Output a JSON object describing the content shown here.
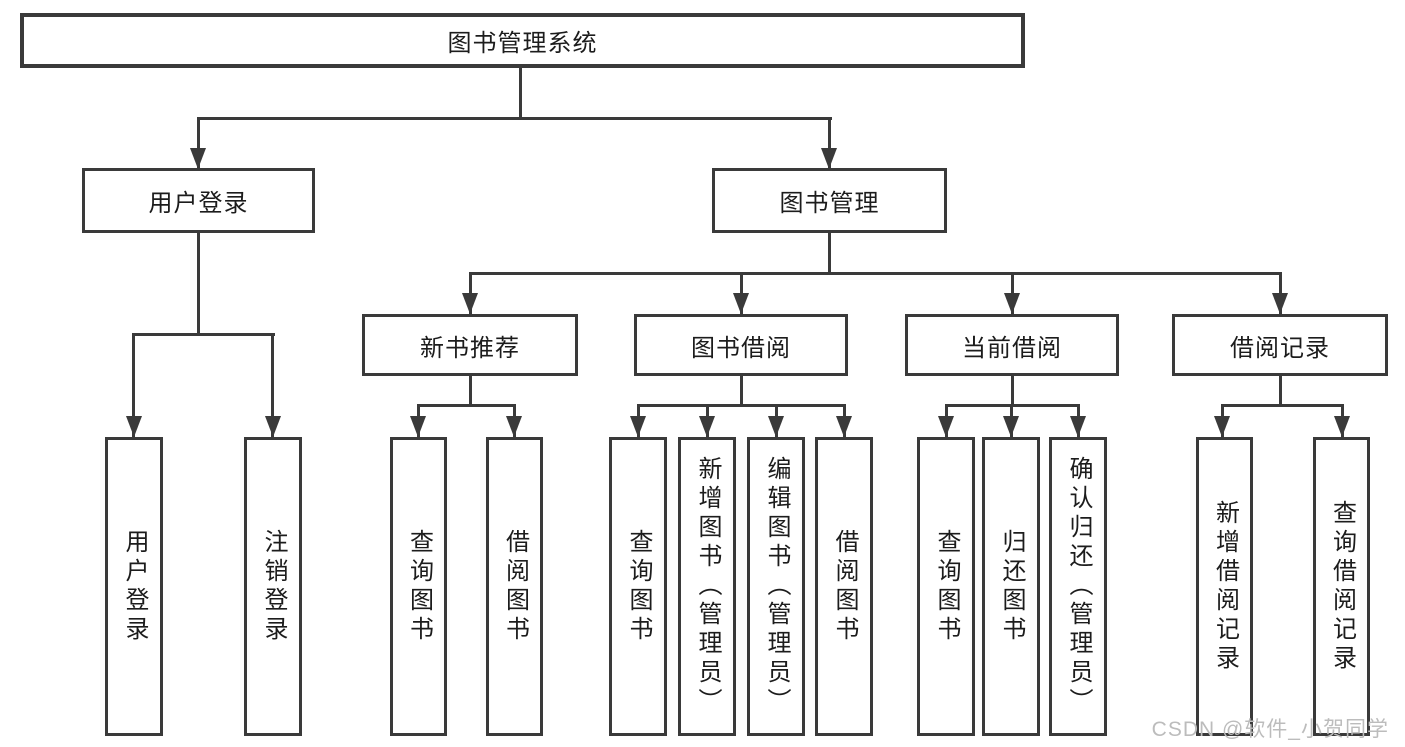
{
  "colors": {
    "line": "#3a3a3a",
    "text": "#1c1c1c",
    "bg": "#ffffff",
    "watermark": "#bcbcbc"
  },
  "watermark": "CSDN @软件_小贺同学",
  "tree": {
    "label": "图书管理系统",
    "children": [
      {
        "label": "用户登录",
        "children": [
          {
            "label": "用户登录"
          },
          {
            "label": "注销登录"
          }
        ]
      },
      {
        "label": "图书管理",
        "children": [
          {
            "label": "新书推荐",
            "children": [
              {
                "label": "查询图书"
              },
              {
                "label": "借阅图书"
              }
            ]
          },
          {
            "label": "图书借阅",
            "children": [
              {
                "label": "查询图书"
              },
              {
                "label": "新增图书（管理员）"
              },
              {
                "label": "编辑图书（管理员）"
              },
              {
                "label": "借阅图书"
              }
            ]
          },
          {
            "label": "当前借阅",
            "children": [
              {
                "label": "查询图书"
              },
              {
                "label": "归还图书"
              },
              {
                "label": "确认归还（管理员）"
              }
            ]
          },
          {
            "label": "借阅记录",
            "children": [
              {
                "label": "新增借阅记录"
              },
              {
                "label": "查询借阅记录"
              }
            ]
          }
        ]
      }
    ]
  }
}
